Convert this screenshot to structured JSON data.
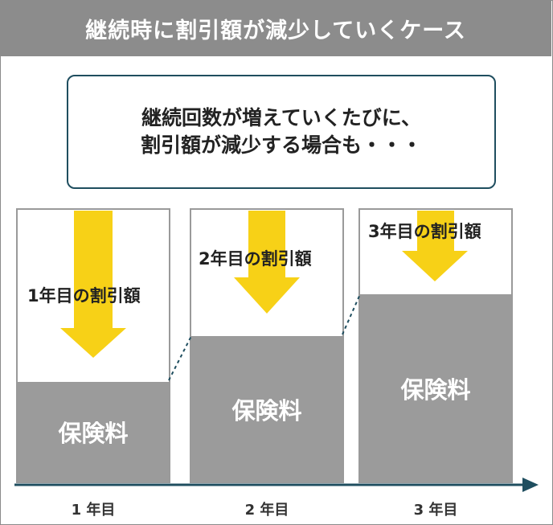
{
  "header": {
    "title": "継続時に割引額が減少していくケース"
  },
  "callout": {
    "line1": "継続回数が増えていくたびに、",
    "line2": "割引額が減少する場合も・・・"
  },
  "years": [
    {
      "discount_label": "1年目の割引額",
      "premium_label": "保険料",
      "axis_label": "1 年目"
    },
    {
      "discount_label": "2年目の割引額",
      "premium_label": "保険料",
      "axis_label": "2 年目"
    },
    {
      "discount_label": "3年目の割引額",
      "premium_label": "保険料",
      "axis_label": "3 年目"
    }
  ],
  "colors": {
    "header_bg": "#8c8c8c",
    "arrow": "#f7d117",
    "premium": "#9b9b9b",
    "axis": "#1f4e5f"
  }
}
